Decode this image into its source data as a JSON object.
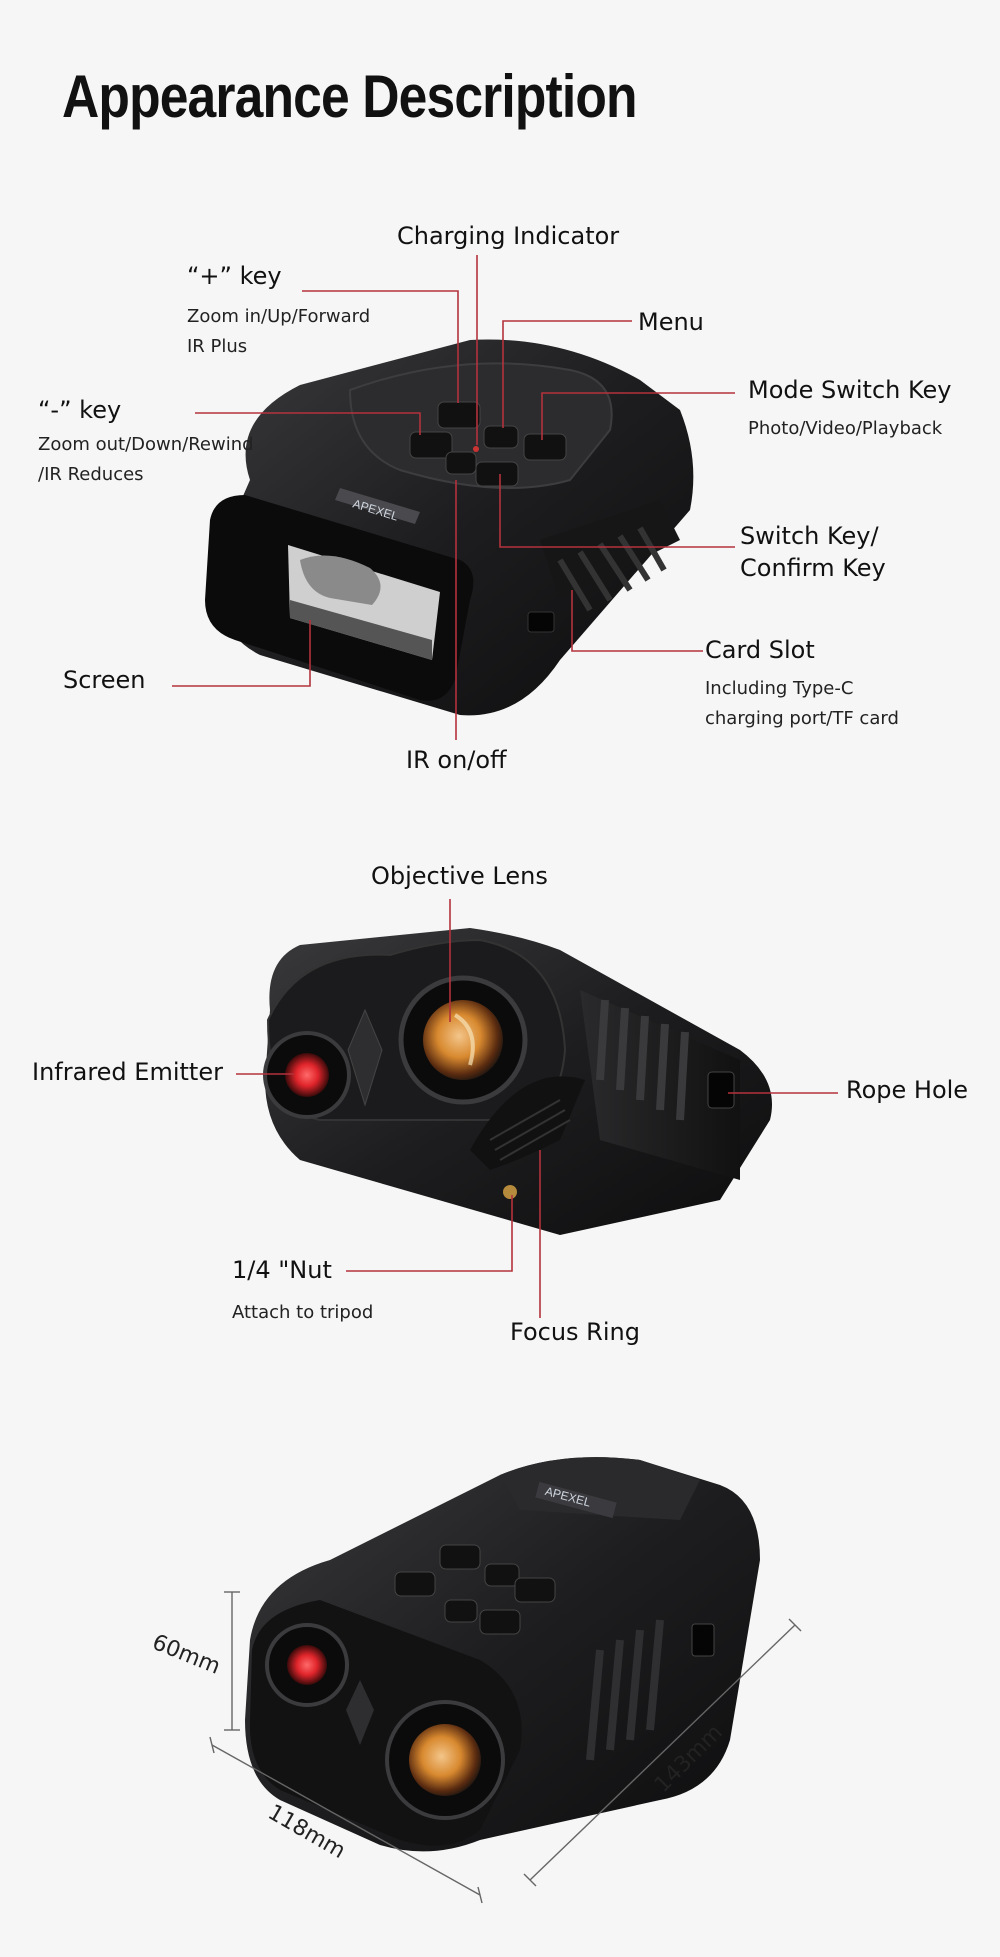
{
  "page": {
    "title": "Appearance Description"
  },
  "brand": {
    "name": "APEXEL"
  },
  "top_view": {
    "charging_indicator": "Charging Indicator",
    "plus_key": {
      "label": "“+” key",
      "lines": [
        "Zoom in/Up/Forward",
        "IR Plus"
      ]
    },
    "menu": "Menu",
    "minus_key": {
      "label": "“-” key",
      "lines": [
        "Zoom out/Down/Rewind",
        "/IR Reduces"
      ]
    },
    "mode_switch": {
      "label": "Mode Switch Key",
      "sub": "Photo/Video/Playback"
    },
    "switch_key": {
      "lines": [
        "Switch Key/",
        "Confirm Key"
      ]
    },
    "card_slot": {
      "label": "Card Slot",
      "lines": [
        "Including Type-C",
        "charging port/TF card"
      ]
    },
    "screen": "Screen",
    "ir_onoff": "IR on/off"
  },
  "front_view": {
    "objective_lens": "Objective Lens",
    "infrared_emitter": "Infrared Emitter",
    "rope_hole": "Rope Hole",
    "nut": {
      "label": "1/4 \"Nut",
      "sub": "Attach to tripod"
    },
    "focus_ring": "Focus Ring"
  },
  "dimensions": {
    "height": "60mm",
    "width": "118mm",
    "length": "143mm"
  },
  "colors": {
    "background": "#f6f6f6",
    "leader_line": "#b3323c",
    "body_dark": "#1c1c1e",
    "ir_red": "#e0252b",
    "lens_amber": "#d8892f"
  }
}
